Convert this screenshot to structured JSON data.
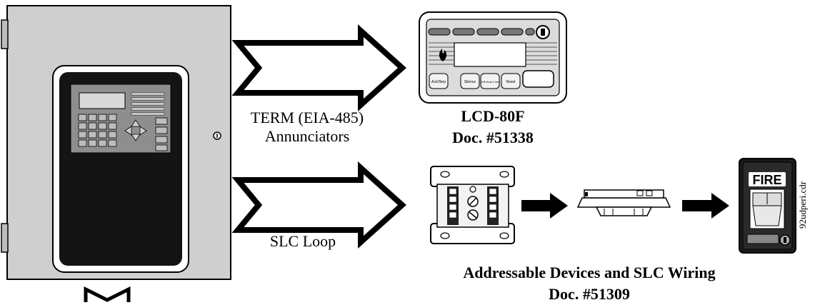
{
  "labels": {
    "term_line1": "TERM (EIA-485)",
    "term_line2": "Annunciators",
    "slc_loop": "SLC Loop",
    "lcd_model": "LCD-80F",
    "lcd_doc": "Doc. #51338",
    "slc_title": "Addressable Devices and SLC Wiring",
    "slc_doc": "Doc. #51309",
    "file_code": "92udperi.cdr"
  },
  "annunciator": {
    "buttons": [
      "Ack/Step",
      "Silence",
      "Drill Hold 2 sec",
      "Reset"
    ]
  },
  "pull_station": {
    "sign": "FIRE"
  }
}
